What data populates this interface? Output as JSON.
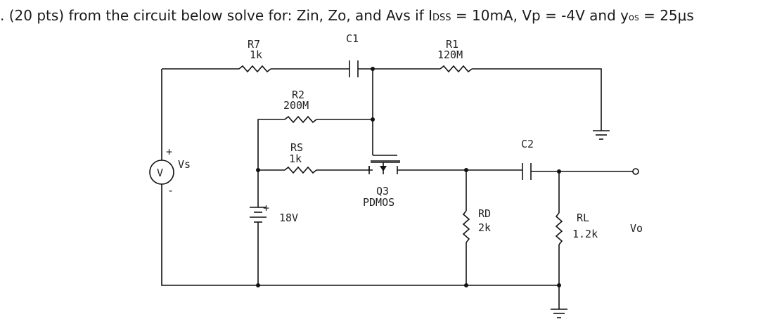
{
  "question": {
    "prefix": ". (20 pts) from the circuit below solve for:  Zin, Zo, and Avs if I",
    "idss_sub": "DSS",
    "mid1": "  = 10mA, Vp = -4V and y",
    "yos_sub": "os",
    "mid2": " = 25μs"
  },
  "components": {
    "r7": {
      "name": "R7",
      "value": "1k"
    },
    "c1": {
      "name": "C1"
    },
    "r1": {
      "name": "R1",
      "value": "120M"
    },
    "r2": {
      "name": "R2",
      "value": "200M"
    },
    "rs": {
      "name": "RS",
      "value": "1k"
    },
    "q3": {
      "name": "Q3",
      "type": "PDMOS"
    },
    "c2": {
      "name": "C2"
    },
    "rd": {
      "name": "RD",
      "value": "2k"
    },
    "rl": {
      "name": "RL",
      "value": "1.2k"
    },
    "battery": {
      "value": "18V",
      "plus": "+"
    },
    "source": {
      "name": "Vs",
      "symbol": "V",
      "plus": "+",
      "minus": "-"
    },
    "output": {
      "name": "Vo"
    }
  }
}
